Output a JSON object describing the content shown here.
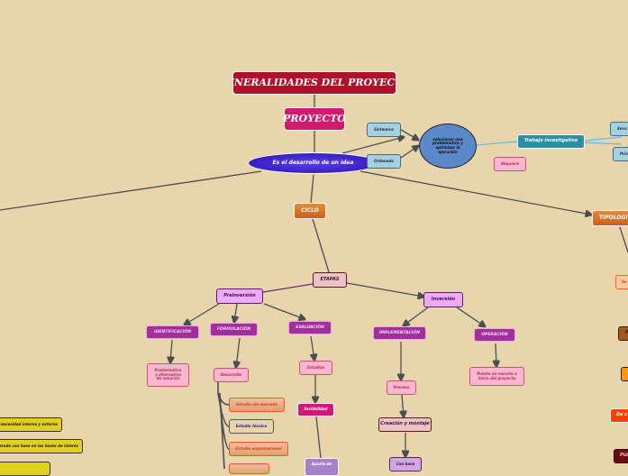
{
  "title": "GENERALIDADES DEL PROYECTO",
  "proyecto": "PROYECTO",
  "definicion": "Es el desarrollo de un idea",
  "sistemico": "Sistemico",
  "ordenado": "Ordenado",
  "objetivo": "solucionar una problematica y optimizar la ejecución",
  "trabajo": "Trabajo investigativo",
  "requiere": "Requiere",
  "secu": "Secu",
  "prin": "Prin",
  "ciclo": "CICLO",
  "tipologia": "TIPOLOGI",
  "etapas": "ETAPAS",
  "preinversion": "Preinversión",
  "inversion": "Inversión",
  "identificacion": "IDENTIFICACIÓN",
  "formulacion": "FORMULACIÓN",
  "evaluacion": "EVALUACIÓN",
  "implementacion": "IMPLEMENTACIÓN",
  "operacion": "OPERACIÓN",
  "problematica": "Problematica y alternativa de solución",
  "desarrollo": "Desarrollo",
  "estudios": "Estudios",
  "puesta": "Puesta en marcha o inicio del proyecto",
  "proceso": "Proceso",
  "factibilidad": "Factibilidad",
  "creacion": "Creación y montaje",
  "conbase": "Con base",
  "aporte": "Aporte de",
  "estudio_mercado": "Estudio del mercado",
  "estudio_tecnico": "Estudio técnico",
  "estudio_org": "Estudio organizacional",
  "yellow": [
    "necesidad interna y externa",
    "erado con base en las bases de interés",
    ""
  ],
  "right": [
    "Se",
    "P",
    "",
    "De c",
    "Públ"
  ]
}
